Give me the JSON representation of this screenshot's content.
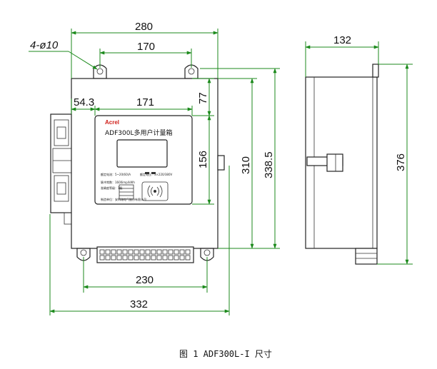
{
  "dimensions": {
    "top_overall": "280",
    "holes": "4-ø10",
    "top_inner": "170",
    "left_offset": "54.3",
    "panel_width": "171",
    "top_gap": "77",
    "panel_height": "156",
    "body_height": "310",
    "overall_height": "338.5",
    "bottom_inner": "230",
    "bottom_overall": "332",
    "side_depth": "132",
    "side_height": "376"
  },
  "device": {
    "brand": "Acrel",
    "model_title": "ADF300L多用户计量箱",
    "spec_lines": [
      "额定电流：5~20(60)A",
      "额定电压：3×220/380V",
      "脉冲常数：1600imp/kWh",
      "准确度等级：1级",
      "制造单位：安科瑞电气股份有限公司"
    ]
  },
  "caption": "图 1  ADF300L-I 尺寸",
  "colors": {
    "dimension_line": "#1c8a1c",
    "outline": "#222222",
    "brand_red": "#d0201a"
  }
}
